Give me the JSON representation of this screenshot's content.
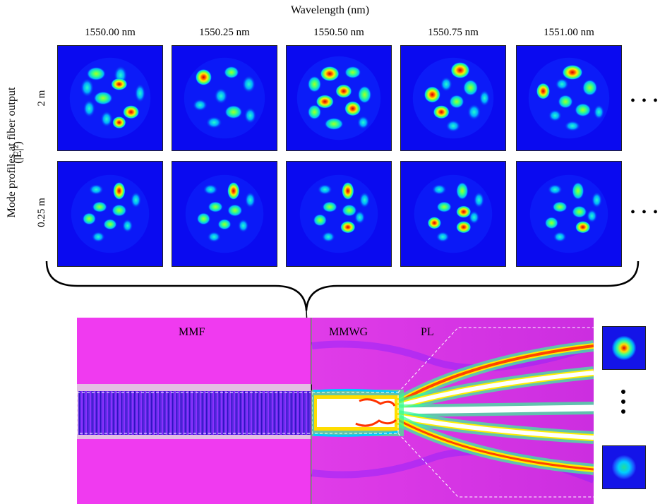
{
  "top": {
    "x_title": "Wavelength (nm)",
    "wavelengths": [
      "1550.00 nm",
      "1550.25 nm",
      "1550.50 nm",
      "1550.75 nm",
      "1551.00 nm"
    ],
    "y_title_line1": "Mode profiles at fiber output",
    "y_title_line2": "(|E|²)",
    "rows": [
      "2 m",
      "0.25 m"
    ],
    "continuation": "• • •"
  },
  "bottom": {
    "labels": {
      "mmf": "MMF",
      "mmwg": "MMWG",
      "pl": "PL"
    },
    "vertical_ellipsis": "⋮"
  },
  "colors": {
    "panel_bg": "#0a0af0",
    "sim_mmf": "#f03af0",
    "sim_mmwg": "#e040e8"
  }
}
